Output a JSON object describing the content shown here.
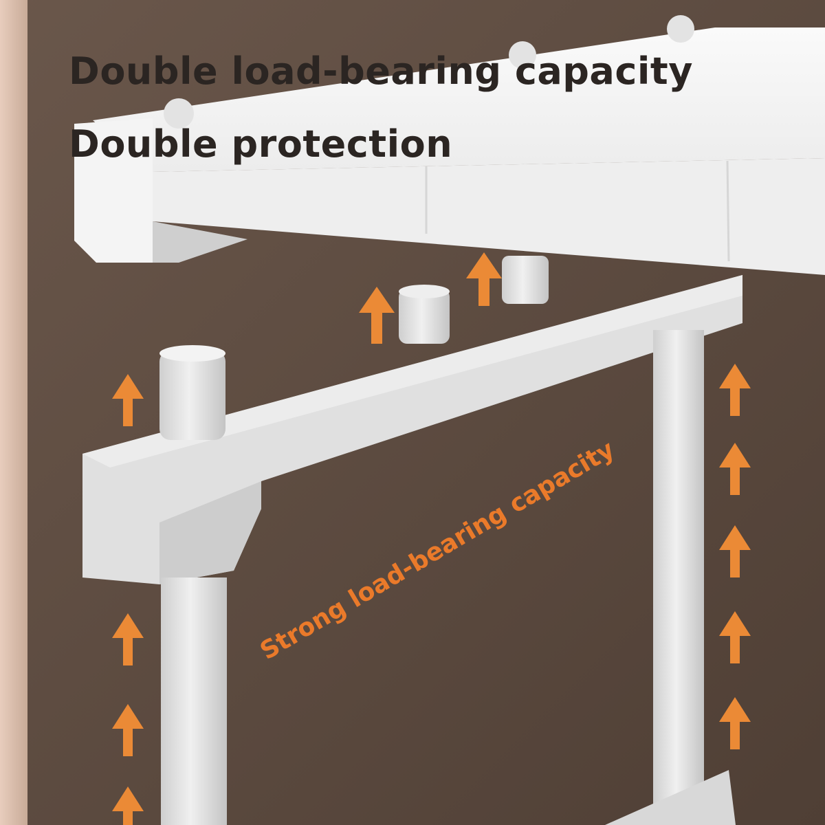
{
  "headline": {
    "line1": "Double load-bearing capacity",
    "line2": "Double protection"
  },
  "annotation": {
    "text": "Strong load-bearing capacity"
  },
  "colors": {
    "headline_text": "#2b2522",
    "annotation_text": "#ea7a2a",
    "arrow": "#eb8a36",
    "wall": "#5e4c41",
    "side_wall": "#d9bfaf",
    "shelf": "#f2f2f2",
    "frame": "#e2e2e2"
  },
  "icons": {
    "arrow": "up-arrow-icon"
  }
}
